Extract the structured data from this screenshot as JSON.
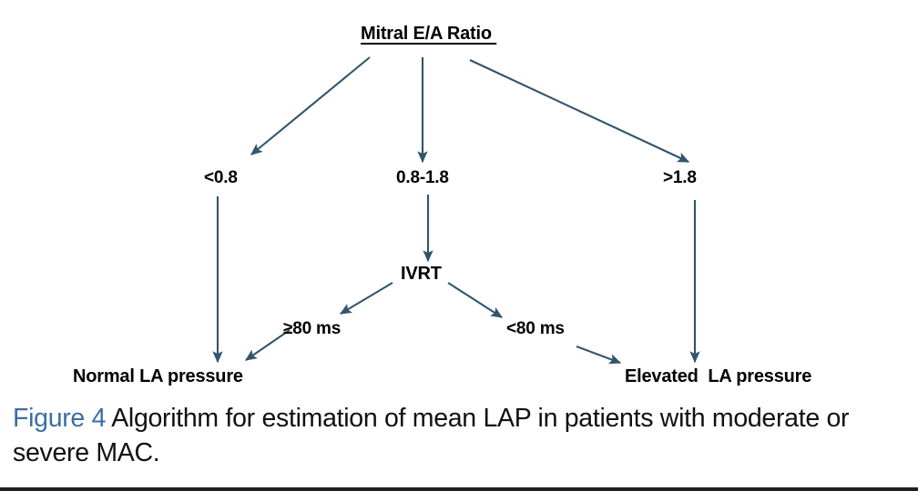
{
  "figure": {
    "border_color": "#231f20",
    "background": "#ffffff",
    "arrow_color": "#31556b",
    "text_color": "#000000"
  },
  "diagram": {
    "root": {
      "label": "Mitral E/A Ratio ",
      "name": "mitral-ea-ratio-node"
    },
    "branches": [
      {
        "label": "<0.8",
        "name": "branch-low"
      },
      {
        "label": "0.8-1.8",
        "name": "branch-mid"
      },
      {
        "label": ">1.8",
        "name": "branch-high"
      }
    ],
    "intermediate": {
      "label": "IVRT",
      "name": "ivrt-node"
    },
    "ivrt_branches": [
      {
        "label": "≥80 ms",
        "name": "ivrt-branch-ge80"
      },
      {
        "label": "<80 ms",
        "name": "ivrt-branch-lt80"
      }
    ],
    "outcomes": [
      {
        "label": "Normal LA pressure",
        "name": "outcome-normal"
      },
      {
        "label": "Elevated  LA pressure",
        "name": "outcome-elevated"
      }
    ]
  },
  "caption": {
    "figure_label": "Figure 4",
    "figure_label_color": "#3a6ea5",
    "text": " Algorithm for estimation of mean LAP in patients with moderate or severe MAC."
  }
}
